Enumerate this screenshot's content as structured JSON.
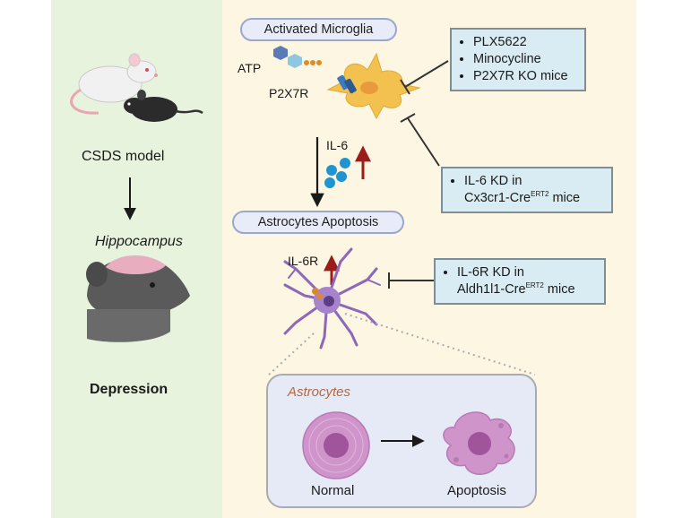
{
  "left_panel": {
    "model_label": "CSDS model",
    "region_label": "Hippocampus",
    "outcome_label": "Depression"
  },
  "pathway": {
    "microglia_label": "Activated Microglia",
    "atp_label": "ATP",
    "receptor_label": "P2X7R",
    "cytokine_label": "IL-6",
    "astrocyte_apoptosis_label": "Astrocytes Apoptosis",
    "astro_receptor_label": "IL-6R"
  },
  "inhibitors": {
    "microglia_block": [
      "PLX5622",
      "Minocycline",
      "P2X7R KO mice"
    ],
    "il6_block": {
      "text": "IL-6 KD in",
      "line2": "Cx3cr1-Cre",
      "sup": "ERT2",
      "line2_suffix": " mice"
    },
    "il6r_block": {
      "text": "IL-6R KD in",
      "line2": "Aldh1l1-Cre",
      "sup": "ERT2",
      "line2_suffix": " mice"
    }
  },
  "inset": {
    "title": "Astrocytes",
    "normal_label": "Normal",
    "apoptosis_label": "Apoptosis"
  },
  "colors": {
    "left_bg": "#e7f3dc",
    "right_bg": "#fcf6e3",
    "pill_border": "#9aa8cf",
    "inhibitor_fill": "#d9ecf3",
    "microglia": "#f2c14f",
    "astrocyte": "#8e68b8",
    "cell_pink": "#c98bc6",
    "up_arrow": "#9c1c1c",
    "il6_dots": "#1f95d0"
  }
}
